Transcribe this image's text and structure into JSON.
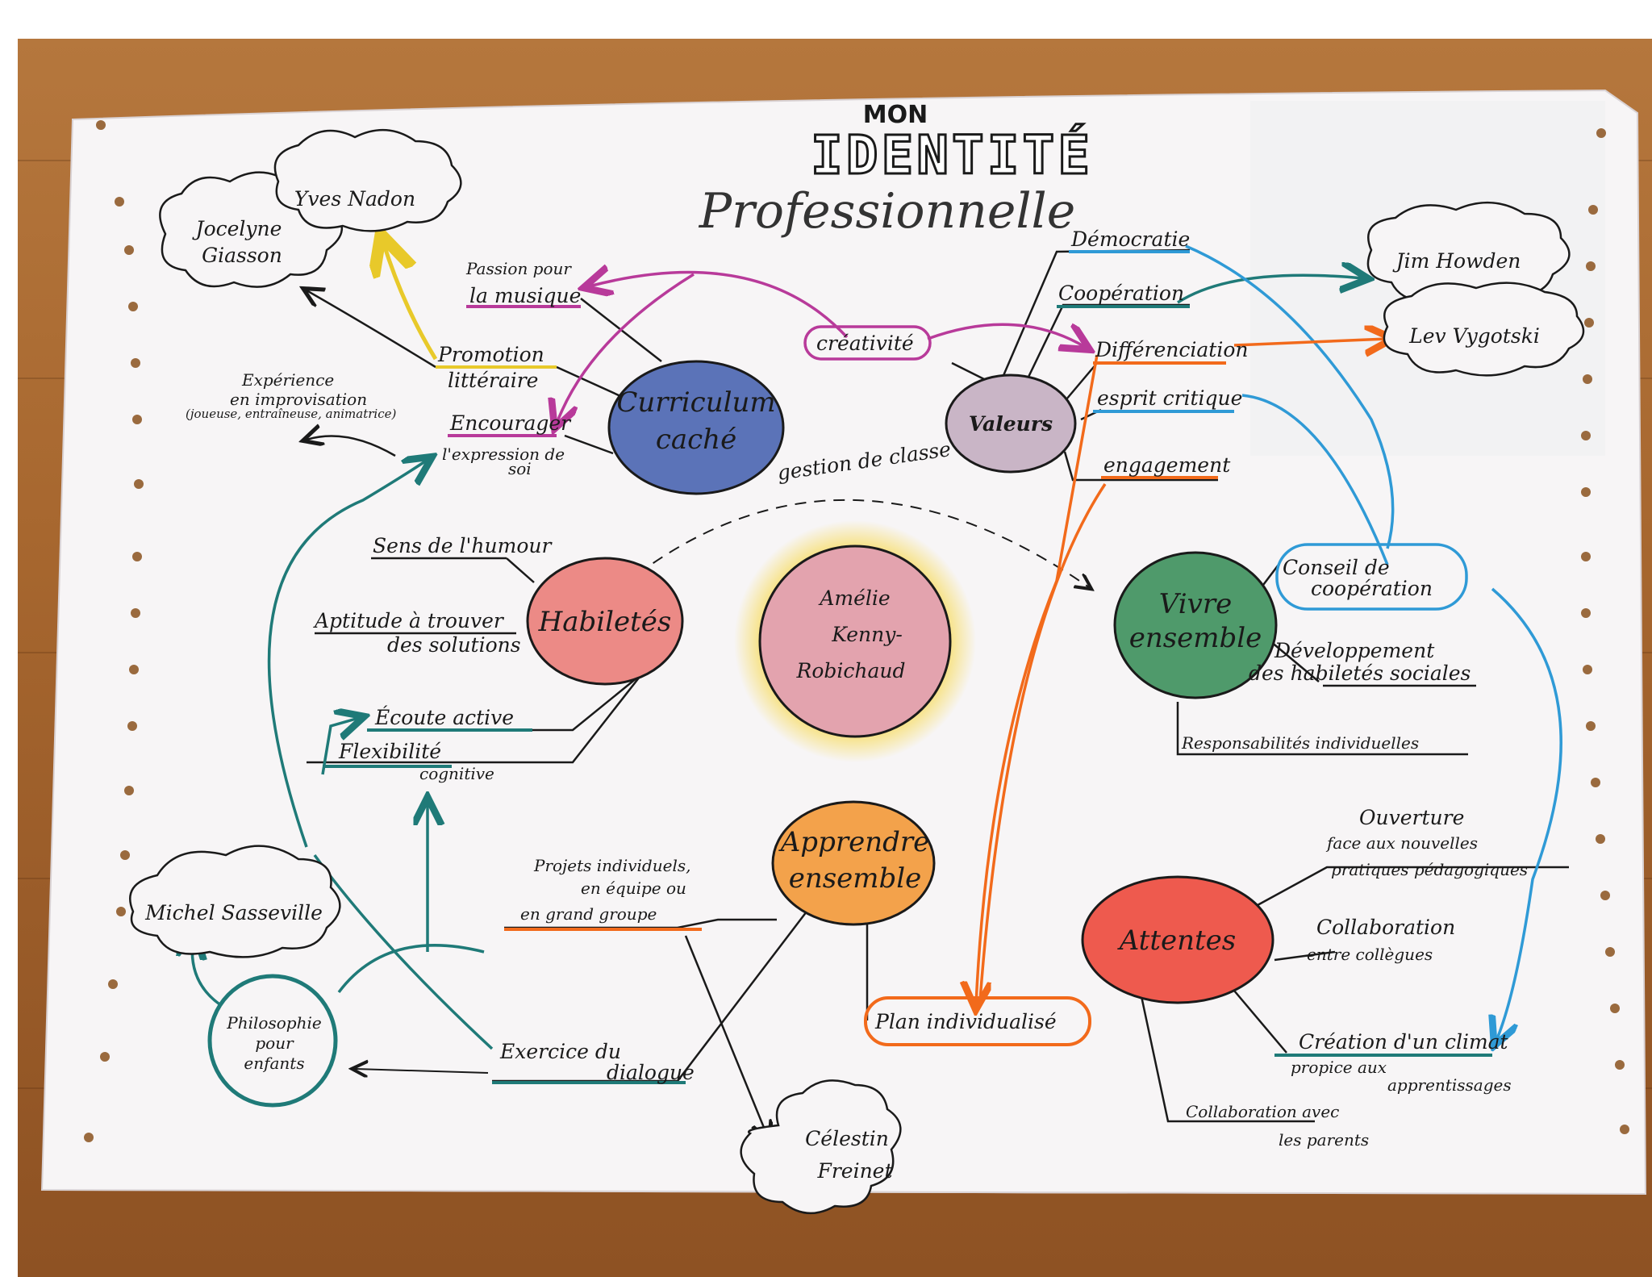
{
  "title": {
    "mon": "MON",
    "identite": "IDENTITÉ",
    "professionnelle": "Professionnelle"
  },
  "center": {
    "line1": "Amélie",
    "line2": "Kenny-",
    "line3": "Robichaud"
  },
  "nodes": {
    "curriculum": {
      "line1": "Curriculum",
      "line2": "caché",
      "color": "#5b73b8"
    },
    "valeurs": {
      "label": "Valeurs",
      "color": "#c9b5c6"
    },
    "habiletes": {
      "label": "Habiletés",
      "color": "#ec8a86"
    },
    "vivre": {
      "line1": "Vivre",
      "line2": "ensemble",
      "color": "#4f9a6b"
    },
    "apprendre": {
      "line1": "Apprendre",
      "line2": "ensemble",
      "color": "#f3a24b"
    },
    "attentes": {
      "label": "Attentes",
      "color": "#ee5a4e"
    },
    "philosophie": {
      "line1": "Philosophie",
      "line2": "pour",
      "line3": "enfants"
    }
  },
  "clouds": {
    "giasson": {
      "line1": "Jocelyne",
      "line2": "Giasson"
    },
    "nadon": {
      "label": "Yves Nadon"
    },
    "howden": {
      "label": "Jim Howden"
    },
    "vygotski": {
      "label": "Lev Vygotski"
    },
    "sasseville": {
      "label": "Michel Sasseville"
    },
    "freinet": {
      "line1": "Célestin",
      "line2": "Freinet"
    }
  },
  "labels": {
    "passion_1": "Passion pour",
    "passion_2": "la musique",
    "promotion_1": "Promotion",
    "promotion_2": "littéraire",
    "experience_1": "Expérience",
    "experience_2": "en improvisation",
    "experience_3": "(joueuse, entraîneuse, animatrice)",
    "encourager_1": "Encourager",
    "encourager_2": "l'expression de",
    "encourager_3": "soi",
    "creativite": "créativité",
    "democratie": "Démocratie",
    "cooperation": "Coopération",
    "differenciation": "Différenciation",
    "esprit": "esprit critique",
    "engagement": "engagement",
    "gestion": "gestion de classe",
    "humour": "Sens de l'humour",
    "aptitude_1": "Aptitude à trouver",
    "aptitude_2": "des solutions",
    "ecoute": "Écoute active",
    "flexibilite_1": "Flexibilité",
    "flexibilite_2": "cognitive",
    "conseil_1": "Conseil de",
    "conseil_2": "coopération",
    "developpement_1": "Développement",
    "developpement_2": "des habiletés sociales",
    "responsabilites": "Responsabilités individuelles",
    "projets_1": "Projets individuels,",
    "projets_2": "en équipe ou",
    "projets_3": "en grand groupe",
    "exercice_1": "Exercice du",
    "exercice_2": "dialogue",
    "plan": "Plan individualisé",
    "ouverture_1": "Ouverture",
    "ouverture_2": "face aux nouvelles",
    "ouverture_3": "pratiques pédagogiques",
    "collab_coll_1": "Collaboration",
    "collab_coll_2": "entre collègues",
    "creation_1": "Création d'un climat",
    "creation_2": "propice aux",
    "creation_3": "apprentissages",
    "collab_par_1": "Collaboration avec",
    "collab_par_2": "les parents"
  },
  "colors": {
    "magenta": "#b83a9a",
    "teal": "#1f7a78",
    "blue": "#2f9ad6",
    "orange": "#f26a1b",
    "yellow": "#e8c92a",
    "ink": "#1a1a1a"
  }
}
